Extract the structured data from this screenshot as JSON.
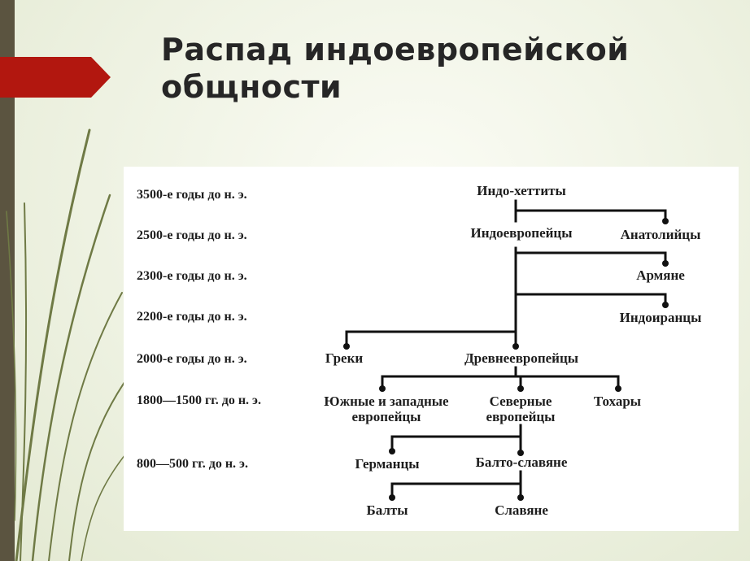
{
  "title": {
    "line1": "Распад индоевропейской",
    "line2": "общности"
  },
  "colors": {
    "accent_arrow": "#b2170f",
    "left_bar": "#5b5440",
    "grass": "#6f7a45"
  },
  "timeline": [
    "3500-е годы до н. э.",
    "2500-е годы до н. э.",
    "2300-е годы до н. э.",
    "2200-е годы до н. э.",
    "2000-е годы до н. э.",
    "1800—1500 гг. до н. э.",
    "800—500 гг. до н. э."
  ],
  "nodes": {
    "indo_hittites": "Индо-хеттиты",
    "indo_europeans": "Индоевропейцы",
    "anatolians": "Анатолийцы",
    "armenians": "Армяне",
    "indo_iranians": "Индоиранцы",
    "greeks": "Греки",
    "ancient_europeans": "Древнеевропейцы",
    "south_west_line1": "Южные и западные",
    "south_west_line2": "европейцы",
    "north_line1": "Северные",
    "north_line2": "европейцы",
    "tocharians": "Тохары",
    "germans": "Германцы",
    "balto_slavs": "Балто-славяне",
    "balts": "Балты",
    "slavs": "Славяне"
  }
}
